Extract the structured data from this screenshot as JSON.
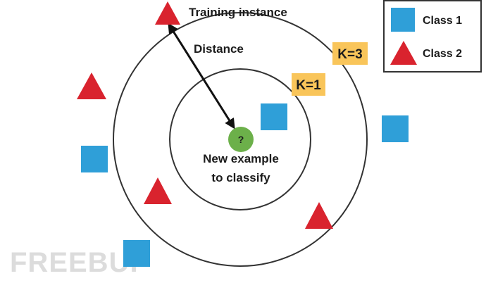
{
  "diagram": {
    "labels": {
      "training_instance": "Training instance",
      "distance": "Distance",
      "new_example_line1": "New example",
      "new_example_line2": "to classify",
      "query_mark": "?",
      "k3": "K=3",
      "k1": "K=1"
    },
    "legend": {
      "class1": "Class 1",
      "class2": "Class 2"
    },
    "colors": {
      "class1": "#2f9fd8",
      "class2": "#d9232e",
      "query": "#6cb04a",
      "k_badge": "#f9c55a",
      "circle": "#333333",
      "arrow": "#111111"
    },
    "watermark": "FREEBUF"
  }
}
